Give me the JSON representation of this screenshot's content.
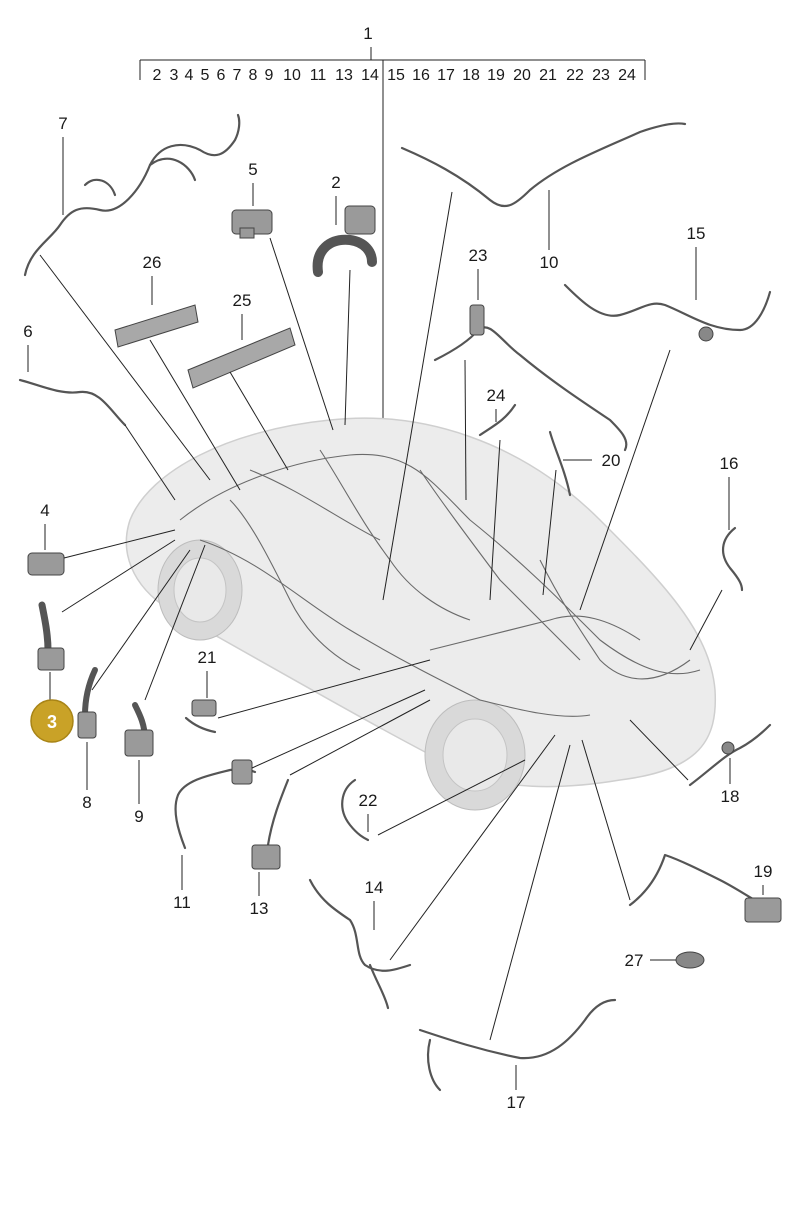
{
  "diagram": {
    "group_callout": "1",
    "range_labels": [
      "2",
      "3",
      "4",
      "5",
      "6",
      "7",
      "8",
      "9",
      "10",
      "11",
      "13",
      "14",
      "15",
      "16",
      "17",
      "18",
      "19",
      "20",
      "21",
      "22",
      "23",
      "24"
    ],
    "highlighted_callout": "3",
    "callouts": {
      "c2": "2",
      "c4": "4",
      "c5": "5",
      "c6": "6",
      "c7": "7",
      "c8": "8",
      "c9": "9",
      "c10": "10",
      "c11": "11",
      "c13": "13",
      "c14": "14",
      "c15": "15",
      "c16": "16",
      "c17": "17",
      "c18": "18",
      "c19": "19",
      "c20": "20",
      "c21": "21",
      "c22": "22",
      "c23": "23",
      "c24": "24",
      "c25": "25",
      "c26": "26",
      "c27": "27"
    }
  }
}
